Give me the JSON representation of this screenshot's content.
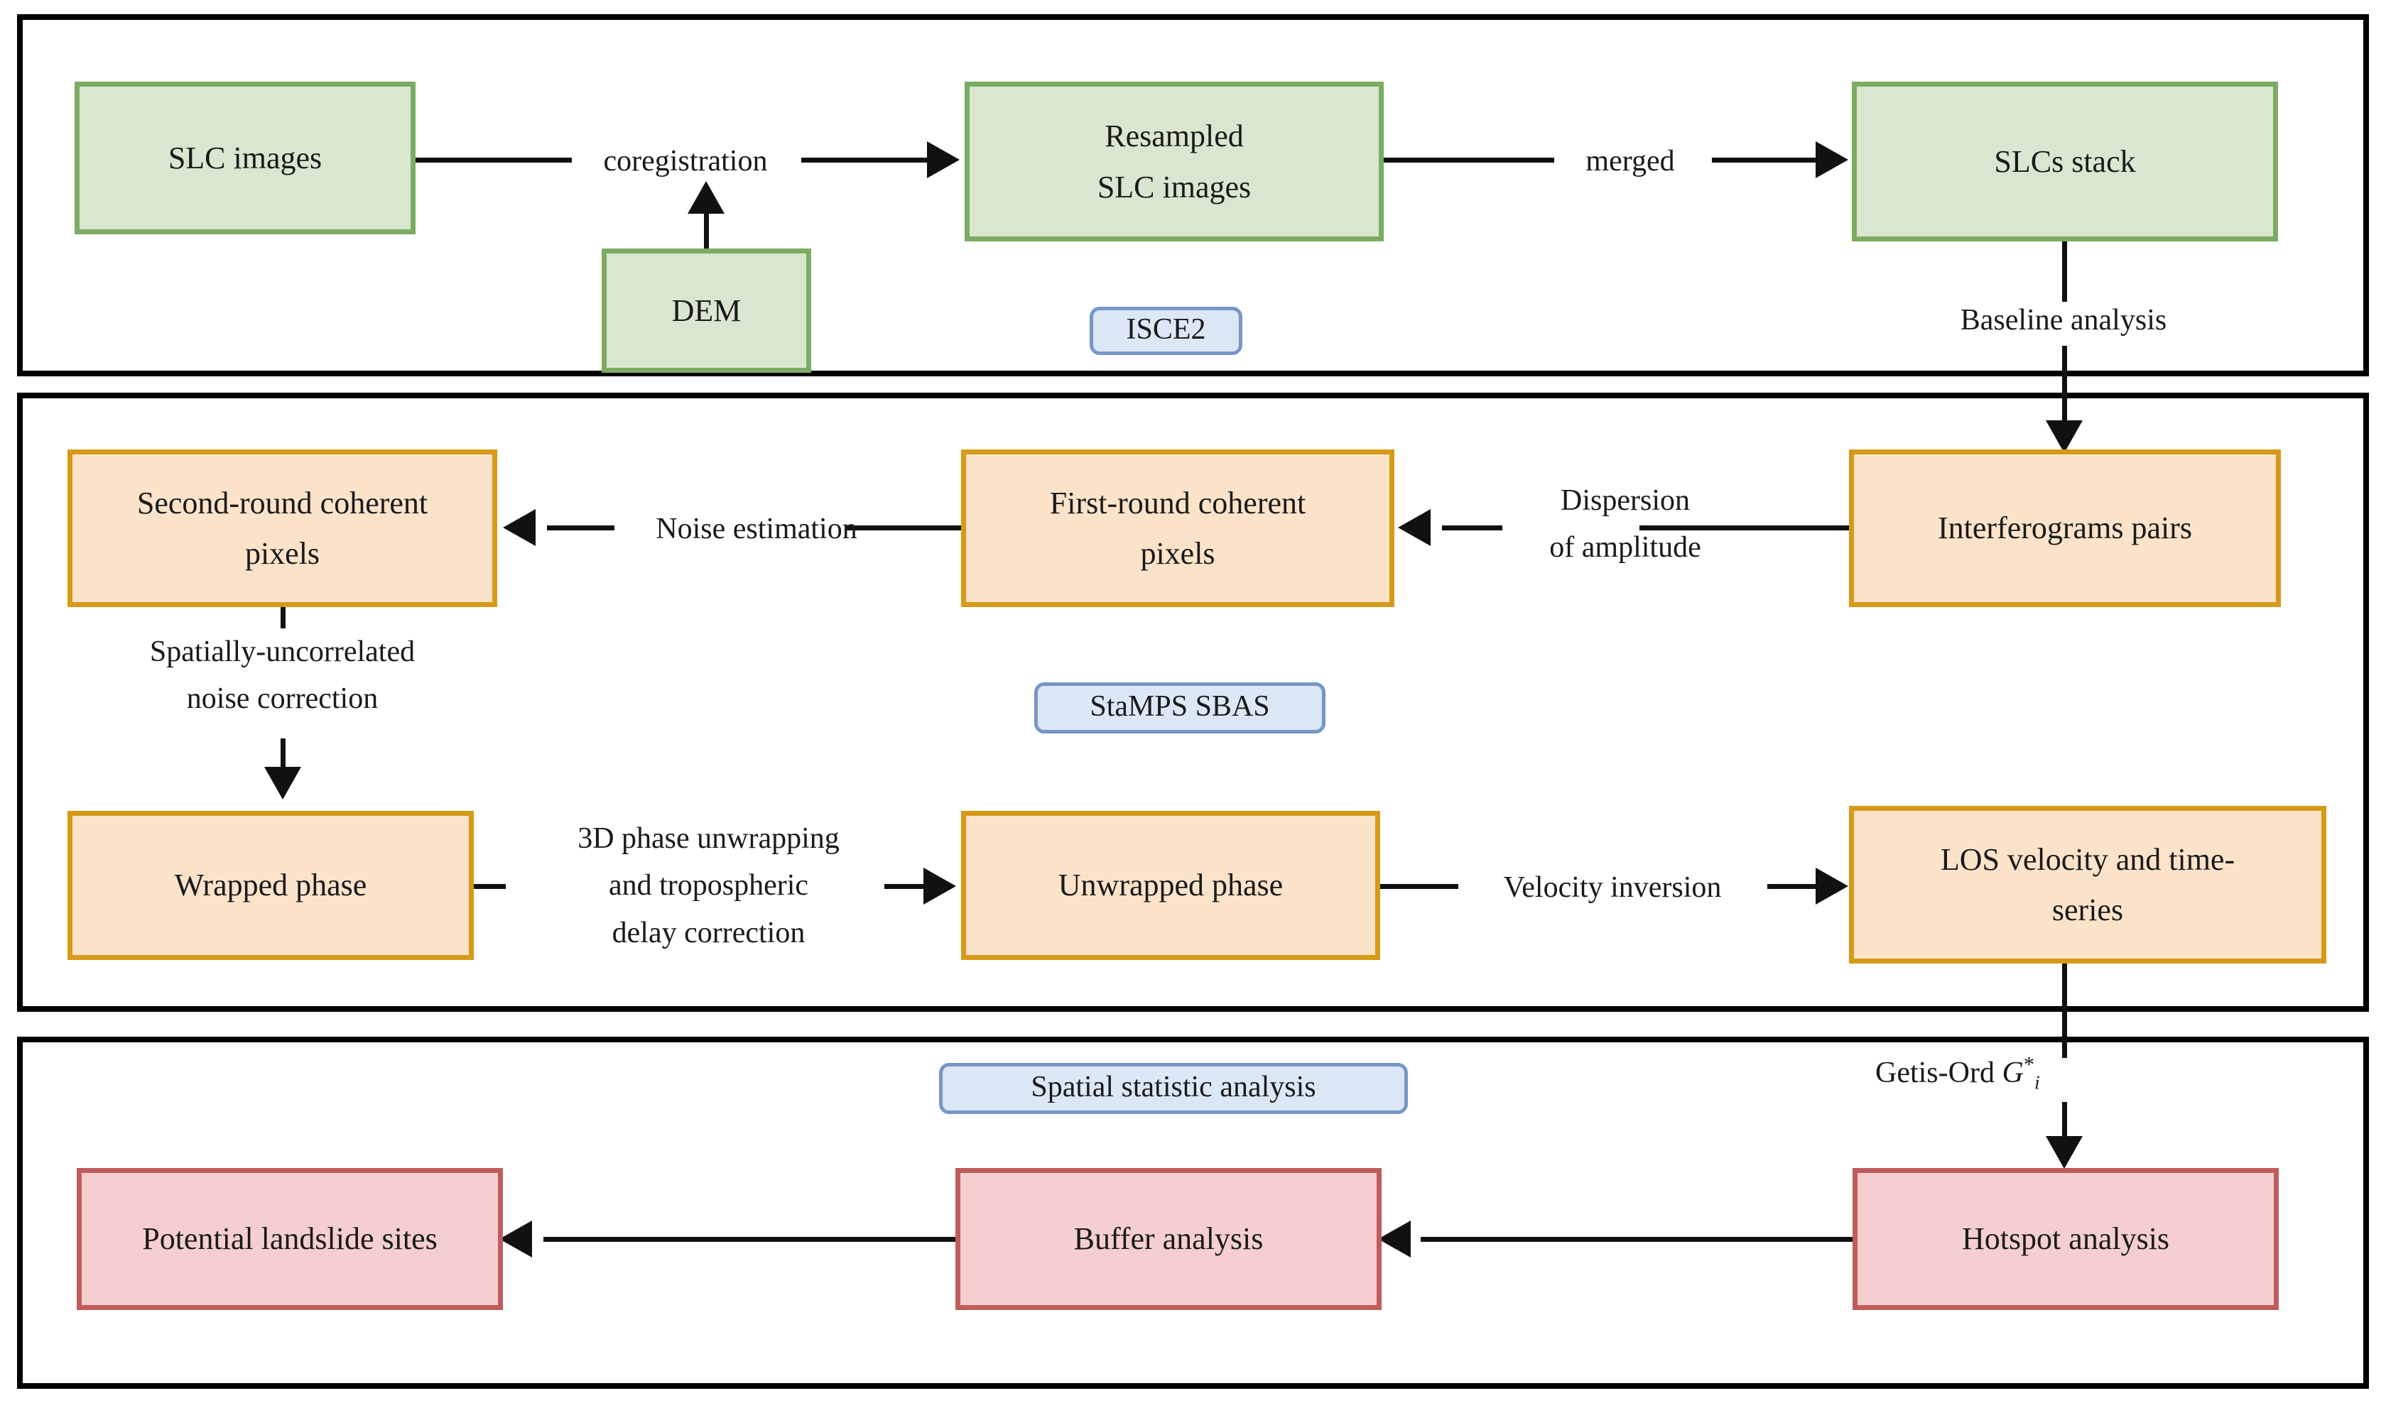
{
  "diagram": {
    "title": "InSAR landslide detection processing workflow",
    "palette": {
      "green_fill": "#d9e7d0",
      "green_border": "#7cab63",
      "orange_fill": "#fbe3c9",
      "orange_border": "#d79a18",
      "red_fill": "#f5cfcf",
      "red_border": "#c05c5c",
      "tag_fill": "#dce7f6",
      "tag_border": "#7796c8",
      "panel_border": "#000000",
      "connector": "#111111",
      "background": "#ffffff"
    }
  },
  "panels": [
    {
      "id": "panel-isce2",
      "tag": "ISCE2"
    },
    {
      "id": "panel-stamps",
      "tag": "StaMPS SBAS"
    },
    {
      "id": "panel-gis",
      "tag": "Spatial statistic analysis"
    }
  ],
  "nodes": {
    "slc_images": "SLC images",
    "dem": "DEM",
    "resampled_slc_images": "Resampled\nSLC images",
    "slcs_stack": "SLCs stack",
    "second_round_coherent_pixels": "Second-round coherent\npixels",
    "first_round_coherent_pixels": "First-round coherent\npixels",
    "interferograms_pairs": "Interferograms pairs",
    "wrapped_phase": "Wrapped phase",
    "unwrapped_phase": "Unwrapped phase",
    "los_velocity_and_time_series": "LOS velocity and time-\nseries",
    "potential_landslide_sites": "Potential landslide sites",
    "buffer_analysis": "Buffer  analysis",
    "hotspot_analysis": "Hotspot analysis"
  },
  "edge_labels": {
    "coregistration": "coregistration",
    "merged": "merged",
    "baseline_analysis": "Baseline analysis",
    "dispersion_of_amplitude": "Dispersion\nof amplitude",
    "noise_estimation": "Noise estimation",
    "spatially_uncorrelated_noise_correction": "Spatially-uncorrelated\nnoise correction",
    "phase_unwrapping_tropo": "3D phase unwrapping\nand tropospheric\ndelay correction",
    "velocity_inversion": "Velocity inversion",
    "getis_ord_prefix": "Getis-Ord ",
    "getis_ord_symbol": "G",
    "getis_ord_superscript": "*",
    "getis_ord_subscript": "i"
  }
}
